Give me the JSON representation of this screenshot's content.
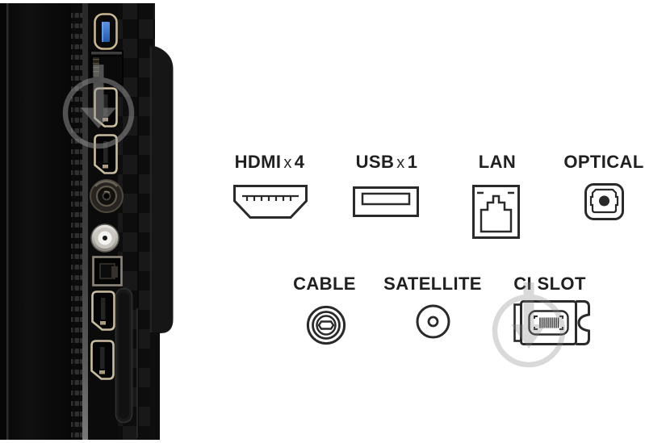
{
  "image_type": "tv-ports-diagram",
  "colors": {
    "background": "#ffffff",
    "panel_black": "#0b0b0b",
    "usb_blue": "#3a6fc4",
    "port_outline_tan": "#c9bda1",
    "label_text": "#202020",
    "icon_stroke": "#2a2a2a",
    "watermark_gray": "#999999"
  },
  "panel": {
    "description": "tv-side-connection-panel",
    "ports": [
      "usb-port",
      "ethernet-port",
      "hdmi-port-1",
      "hdmi-port-2",
      "antenna-coax-port",
      "satellite-coax-port",
      "optical-audio-port",
      "hdmi-port-3",
      "hdmi-port-4",
      "ci-card-slot"
    ],
    "watermark": "play-pin-logo-watermark"
  },
  "legend": {
    "row1": [
      {
        "label": "HDMI",
        "x": "x",
        "count": "4",
        "icon": "hdmi-icon"
      },
      {
        "label": "USB",
        "x": "x",
        "count": "1",
        "icon": "usb-icon"
      },
      {
        "label": "LAN",
        "icon": "lan-icon"
      },
      {
        "label": "OPTICAL",
        "icon": "optical-icon"
      }
    ],
    "row2": [
      {
        "label": "CABLE",
        "icon": "cable-icon"
      },
      {
        "label": "SATELLITE",
        "icon": "satellite-icon"
      },
      {
        "label": "CI SLOT",
        "icon": "ci-slot-icon"
      }
    ]
  }
}
